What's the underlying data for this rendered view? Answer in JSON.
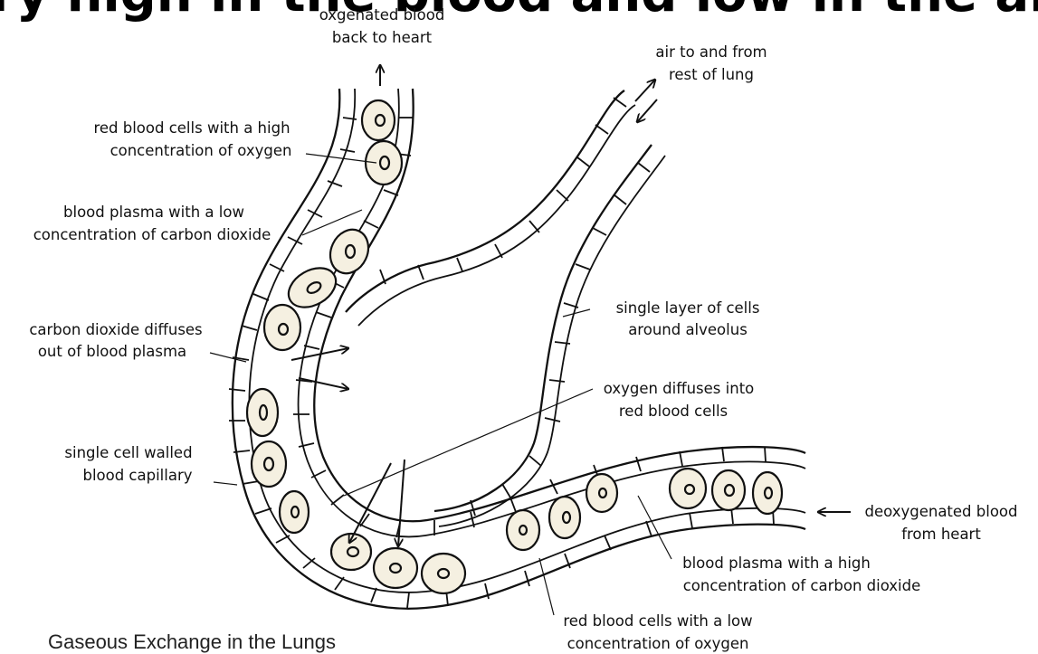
{
  "heading": "ry high in the blood and low in the alveolus.",
  "caption": "Gaseous Exchange in the Lungs",
  "labels": {
    "oxygenated_out": [
      "oxgenated blood",
      "back to heart"
    ],
    "air": [
      "air to and from",
      "rest of lung"
    ],
    "rbc_high": [
      "red blood cells with a high",
      "concentration of oxygen"
    ],
    "plasma_low": [
      "blood plasma with a low",
      "concentration of carbon dioxide"
    ],
    "co2_diffuses": [
      "carbon dioxide diffuses",
      "out of blood plasma"
    ],
    "single_layer": [
      "single layer of cells",
      "around alveolus"
    ],
    "o2_diffuses": [
      "oxygen diffuses into",
      "red blood cells"
    ],
    "capillary": [
      "single cell walled",
      "blood capillary"
    ],
    "deoxygenated_in": [
      "deoxygenated blood",
      "from heart"
    ],
    "plasma_high": [
      "blood plasma with a high",
      "concentration of carbon dioxide"
    ],
    "rbc_low": [
      "red blood cells with a low",
      "concentration of oxygen"
    ]
  }
}
